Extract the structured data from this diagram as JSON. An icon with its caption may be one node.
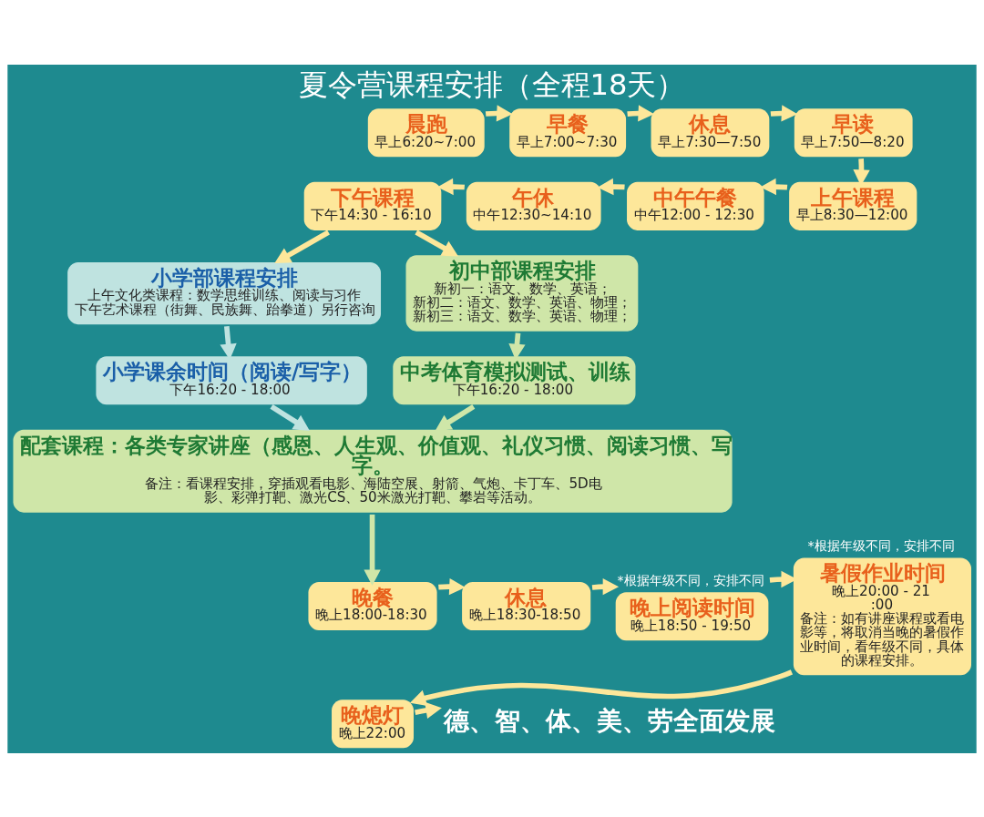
{
  "diagram": {
    "title": "夏令营课程安排（全程18天）",
    "nodes": [
      {
        "text": [
          "晨跑",
          "早上6:20~7:00"
        ]
      },
      {
        "text": [
          "早餐",
          "早上7:00~7:30"
        ]
      },
      {
        "text": [
          "休息",
          "早上7:30—7:50"
        ]
      },
      {
        "text": [
          "早读",
          "早上7:50—8:20"
        ]
      },
      {
        "text": [
          "上午课程",
          "早上8:30—12:00"
        ]
      },
      {
        "text": [
          "中午午餐",
          "中午12:00 - 12:30"
        ]
      },
      {
        "text": [
          "午休",
          "中午12:30~14:10"
        ]
      },
      {
        "text": [
          "下午课程",
          "下午14:30 - 16:10"
        ]
      },
      {
        "text": [
          "小学部课程安排",
          "上午文化类课程：数学思维训练、阅读与习作",
          "下午艺术课程（街舞、民族舞、跆拳道）另行咨询"
        ]
      },
      {
        "text": [
          "初中部课程安排",
          "新初一：语文、数学、英语；",
          "新初二：语文、数学、英语、物理；",
          "新初三：语文、数学、英语、物理；"
        ]
      },
      {
        "text": [
          "小学课余时间（阅读/写字）",
          "下午16:20 - 18:00"
        ]
      },
      {
        "text": [
          "中考体育模拟测试、训练",
          "下午16:20 - 18:00"
        ]
      },
      {
        "text": [
          "配套课程：各类专家讲座（感恩、人生观、价值观、礼仪习惯、阅读习惯、写字。",
          "备注：看课程安排，穿插观看电影、海陆空展、射箭、气炮、卡丁车、5D电影、彩弹打靶、激光CS、50米激光打靶、攀岩等活动。"
        ]
      },
      {
        "text": [
          "晚餐",
          "晚上18:00-18:30"
        ]
      },
      {
        "text": [
          "休息",
          "晚上18:30-18:50"
        ]
      },
      {
        "text": [
          "晚上阅读时间",
          "晚上18:50 - 19:50"
        ],
        "beside": [
          "*根据年级不同，安排不同"
        ]
      },
      {
        "text": [
          "暑假作业时间",
          "晚上20:00 - 21:00",
          "备注：如有讲座课程或看电影等，将取消当晚的暑假作业时间，看年级不同，具体的课程安排。"
        ],
        "beside": [
          "*根据年级不同，安排不同"
        ]
      },
      {
        "text": [
          "晚熄灯",
          "晚上22:00"
        ]
      },
      {
        "text": [
          "德、智、体、美、劳全面发展"
        ]
      }
    ],
    "edges": [
      {
        "from": 0,
        "to": 1,
        "arrow": "to"
      },
      {
        "from": 1,
        "to": 2,
        "arrow": "to"
      },
      {
        "from": 2,
        "to": 3,
        "arrow": "to"
      },
      {
        "from": 3,
        "to": 4,
        "arrow": "to"
      },
      {
        "from": 4,
        "to": 5,
        "arrow": "to"
      },
      {
        "from": 5,
        "to": 6,
        "arrow": "to"
      },
      {
        "from": 6,
        "to": 7,
        "arrow": "to"
      },
      {
        "from": 7,
        "to": 8,
        "arrow": "to"
      },
      {
        "from": 7,
        "to": 9,
        "arrow": "to"
      },
      {
        "from": 8,
        "to": 10,
        "arrow": "to",
        "color": "#bfe3e0"
      },
      {
        "from": 9,
        "to": 11,
        "arrow": "to",
        "color": "#cfe6a8"
      },
      {
        "from": 10,
        "to": 12,
        "arrow": "to",
        "color": "#bfe3e0"
      },
      {
        "from": 11,
        "to": 12,
        "arrow": "to",
        "color": "#cfe6a8"
      },
      {
        "from": 12,
        "to": 13,
        "arrow": "to",
        "color": "#cfe6a8"
      },
      {
        "from": 13,
        "to": 14,
        "arrow": "to"
      },
      {
        "from": 14,
        "to": 15,
        "arrow": "to"
      },
      {
        "from": 15,
        "to": 16,
        "arrow": "to"
      },
      {
        "from": 16,
        "to": 17,
        "arrow": "to"
      },
      {
        "from": 17,
        "to": 18,
        "arrow": "to"
      }
    ]
  }
}
